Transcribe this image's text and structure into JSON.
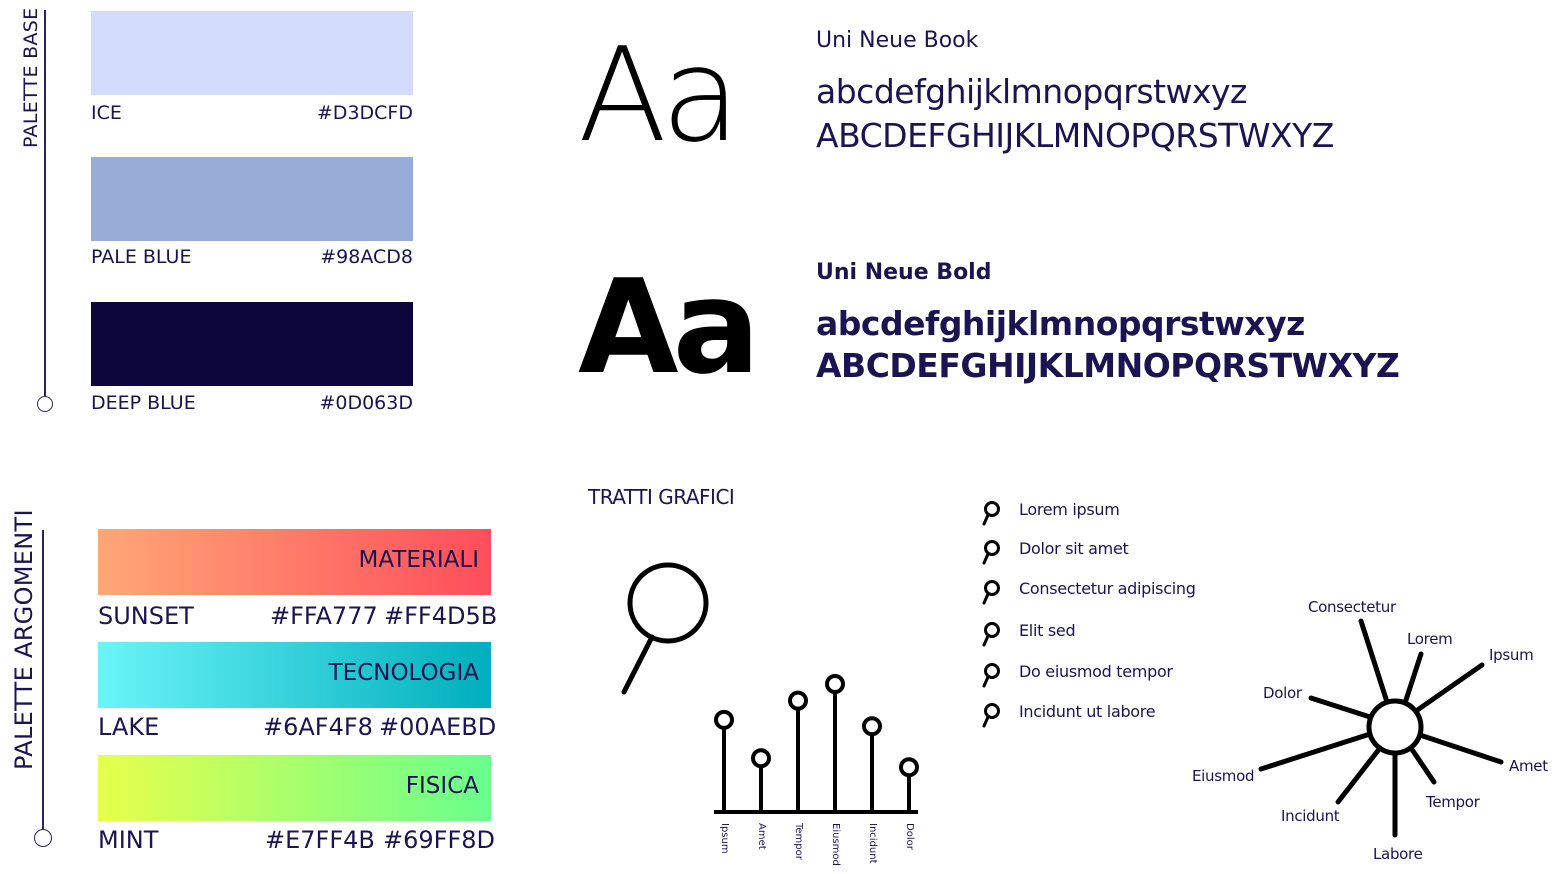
{
  "palette_base": {
    "title": "PALETTE BASE",
    "swatches": [
      {
        "name": "ICE",
        "hex": "#D3DCFD",
        "color": "#D3DCFD"
      },
      {
        "name": "PALE BLUE",
        "hex": "#98ACD8",
        "color": "#98ACD8"
      },
      {
        "name": "DEEP BLUE",
        "hex": "#0D063D",
        "color": "#0D063D"
      }
    ]
  },
  "palette_argomenti": {
    "title": "PALETTE ARGOMENTI",
    "gradients": [
      {
        "label": "MATERIALI",
        "name": "SUNSET",
        "hex1": "#FFA777",
        "hex2": "#FF4D5B"
      },
      {
        "label": "TECNOLOGIA",
        "name": "LAKE",
        "hex1": "#6AF4F8",
        "hex2": "#00AEBD"
      },
      {
        "label": "FISICA",
        "name": "MINT",
        "hex1": "#E7FF4B",
        "hex2": "#69FF8D"
      }
    ]
  },
  "typography": {
    "sample": "Aa",
    "book": {
      "name": "Uni Neue Book",
      "lower": "abcdefghijklmnopqrstwxyz",
      "upper": "ABCDEFGHIJKLMNOPQRSTWXYZ"
    },
    "bold": {
      "name": "Uni Neue Bold",
      "lower": "abcdefghijklmnopqrstwxyz",
      "upper": "ABCDEFGHIJKLMNOPQRSTWXYZ"
    }
  },
  "tratti": {
    "title": "TRATTI GRAFICI",
    "icon": "magnifier-icon",
    "bar_chart": {
      "labels": [
        "Ipsum",
        "Amet",
        "Tempor",
        "Eiusmod",
        "Incidunt",
        "Dolor"
      ],
      "values": [
        0.72,
        0.42,
        0.87,
        1.0,
        0.67,
        0.35
      ]
    },
    "list": [
      "Lorem ipsum",
      "Dolor sit amet",
      "Consectetur adipiscing",
      "Elit sed",
      "Do eiusmod tempor",
      "Incidunt ut labore"
    ],
    "radial": {
      "labels": [
        "Consectetur",
        "Lorem",
        "Ipsum",
        "Dolor",
        "Amet",
        "Eiusmod",
        "Tempor",
        "Incidunt",
        "Labore"
      ]
    }
  }
}
